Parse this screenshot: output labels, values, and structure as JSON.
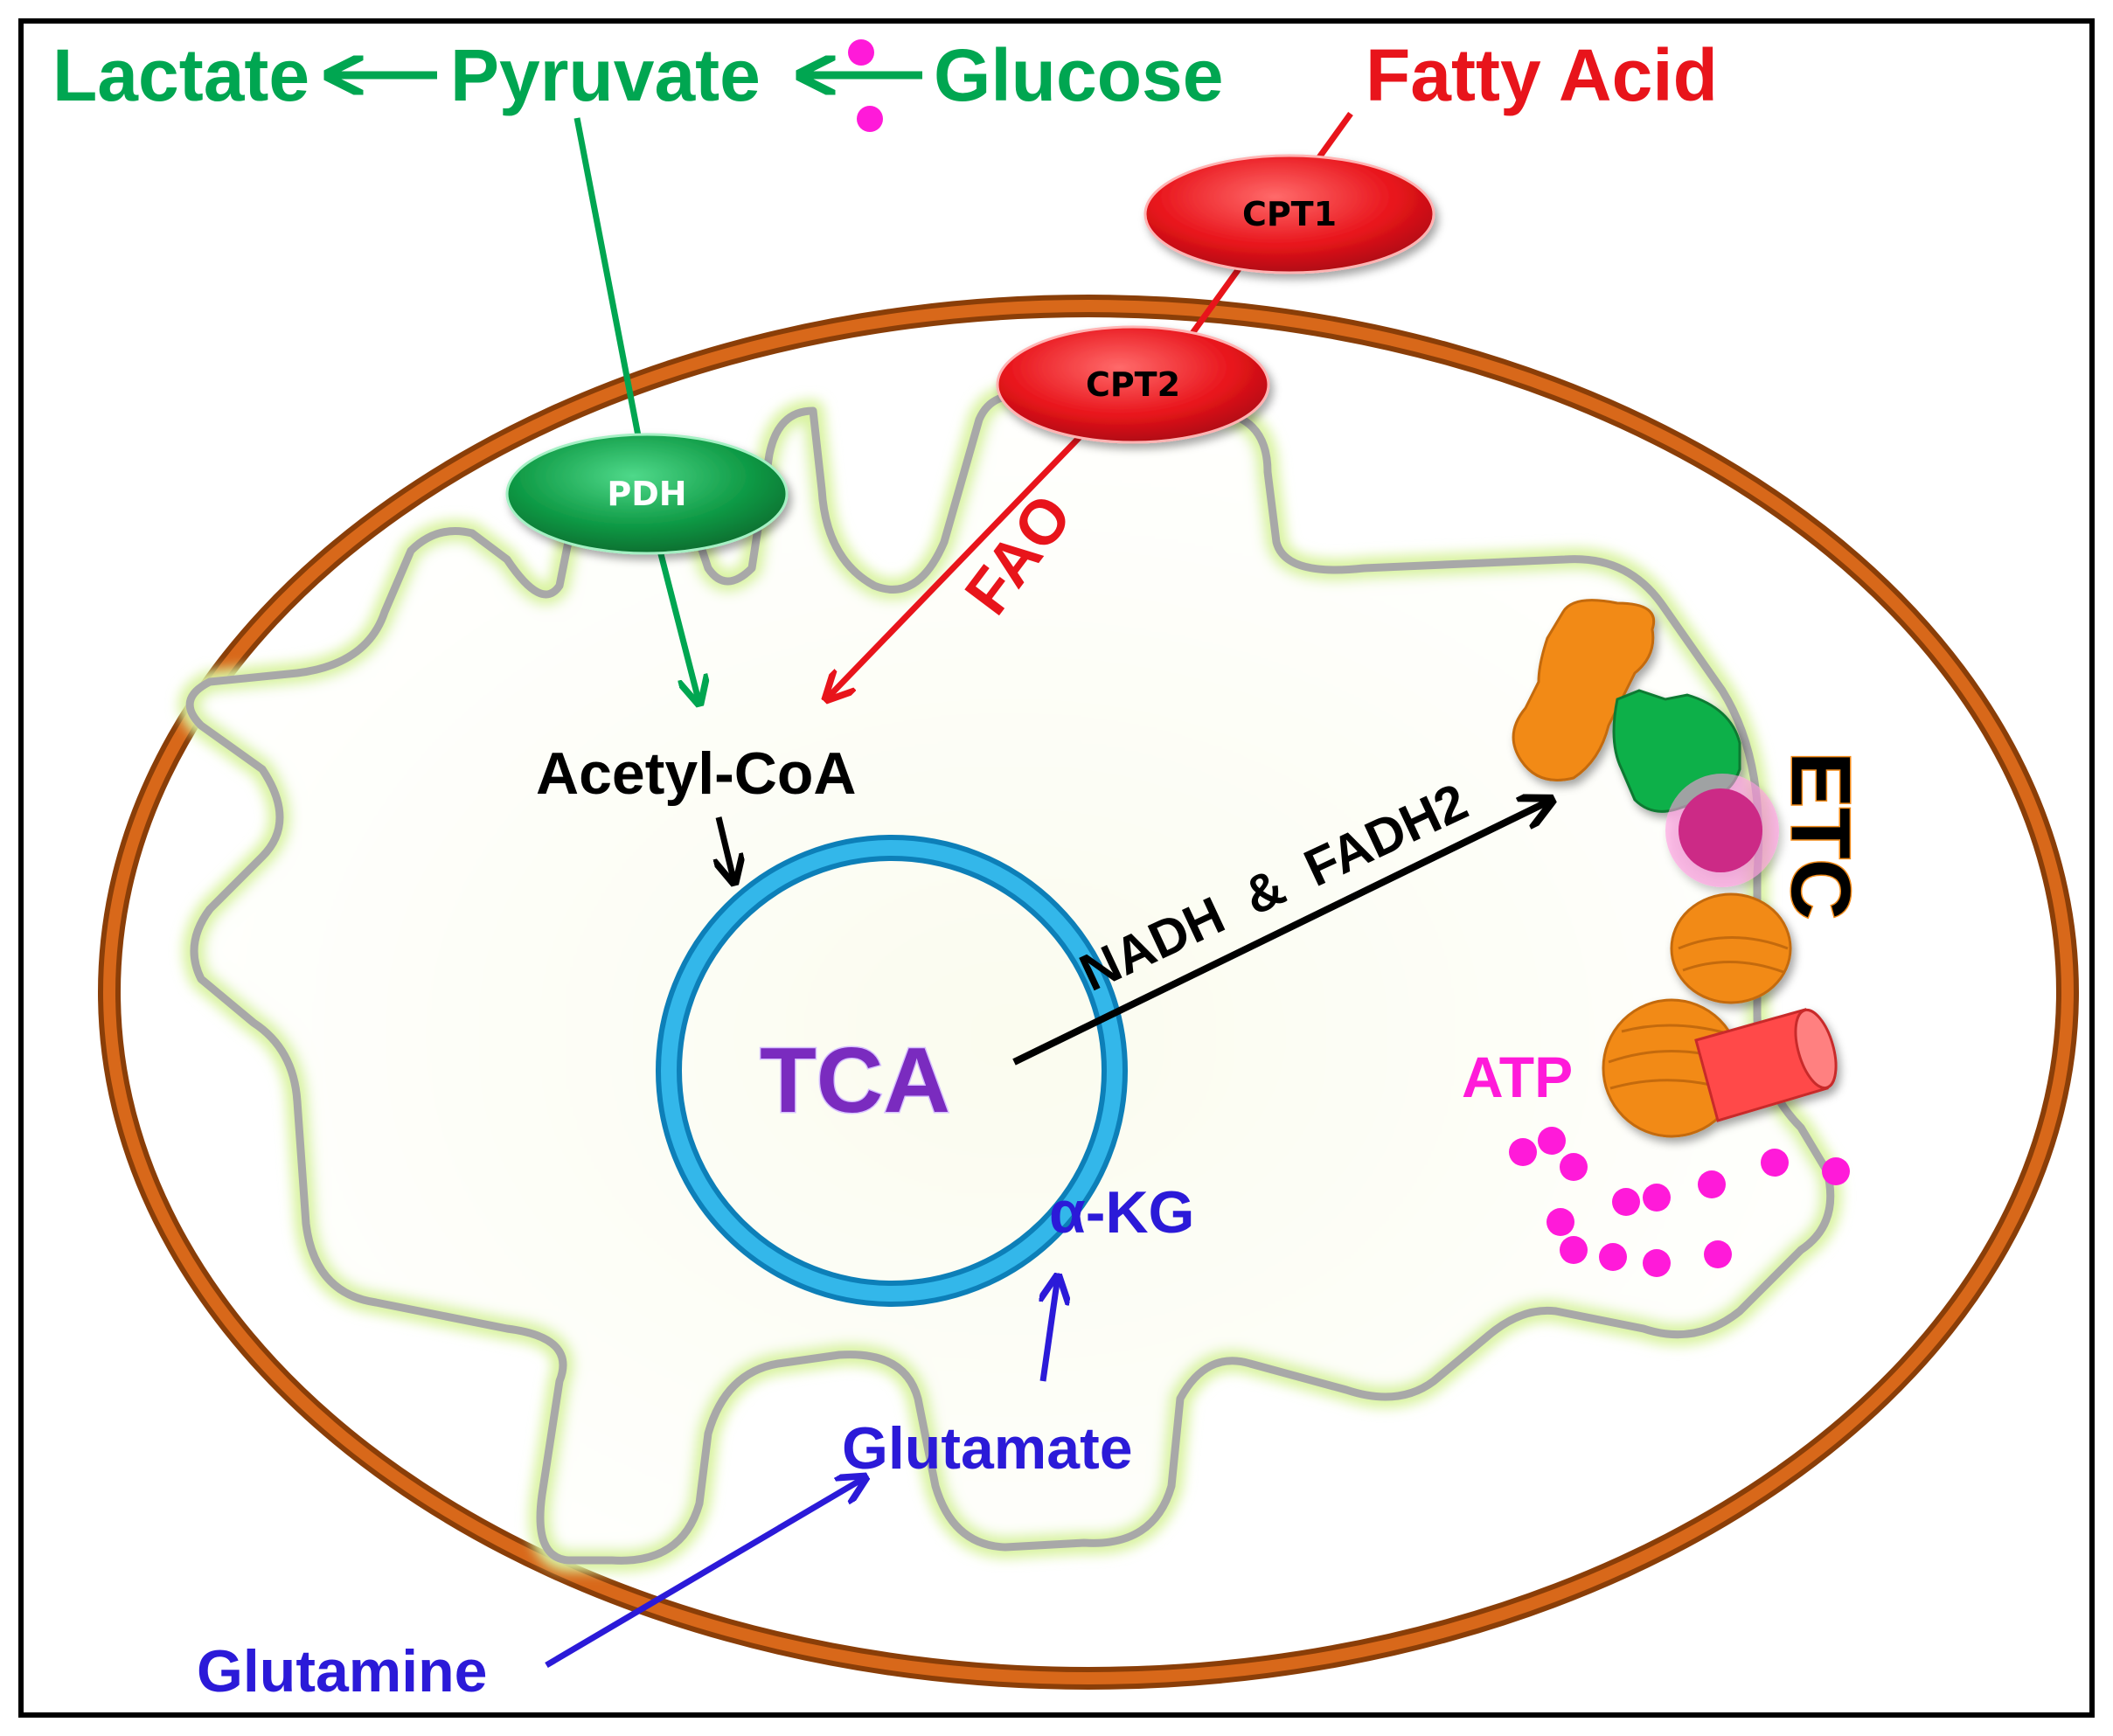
{
  "labels": {
    "lactate": "Lactate",
    "pyruvate": "Pyruvate",
    "glucose": "Glucose",
    "fatty_acid": "Fatty Acid",
    "acetyl_coa": "Acetyl-CoA",
    "tca": "TCA",
    "nadh_fadh2": "NADH  &  FADH2",
    "etc": "ETC",
    "atp": "ATP",
    "akg": "α-KG",
    "glutamate": "Glutamate",
    "glutamine": "Glutamine",
    "fao": "FAO"
  },
  "enzymes": {
    "cpt1": "CPT1",
    "cpt2": "CPT2",
    "pdh": "PDH"
  },
  "colors": {
    "glycolysis": "#00a651",
    "fatty_acid": "#e8141b",
    "glutamine": "#2b1ad8",
    "black": "#000000",
    "tca_ring": "#1aa3d9",
    "tca_text": "#7a2bbf",
    "atp": "#ff1ad9",
    "outer_membrane": "#c75b12",
    "inner_membrane": "#a8a8a8",
    "etc_orange": "#f28a18",
    "etc_green": "#10b04a",
    "etc_magenta": "#cc2a86",
    "etc_red": "#ff4a4a"
  }
}
